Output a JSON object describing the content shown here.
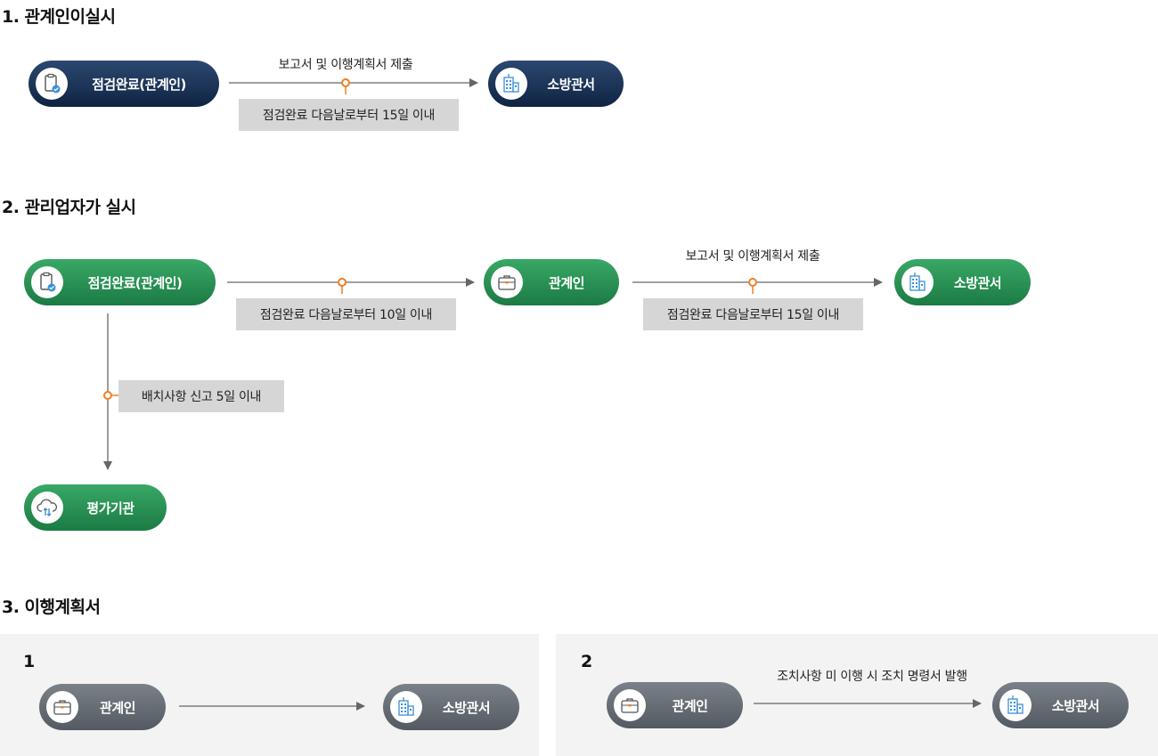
{
  "sections": [
    {
      "title": "1. 관계인이실시"
    },
    {
      "title": "2. 관리업자가 실시"
    },
    {
      "title": "3. 이행계획서"
    }
  ],
  "s1": {
    "from": "점검완료(관계인)",
    "to": "소방관서",
    "above": "보고서 및 이행계획서 제출",
    "deadline": "점검완료 다음날로부터 15일 이내"
  },
  "s2": {
    "from": "점검완료(관계인)",
    "mid": "관계인",
    "to": "소방관서",
    "eval": "평가기관",
    "deadline1": "점검완료 다음날로부터 10일 이내",
    "above2": "보고서 및 이행계획서 제출",
    "deadline2": "점검완료 다음날로부터 15일 이내",
    "vertical": "배치사항 신고 5일 이내"
  },
  "s3": {
    "case1": {
      "num": "1",
      "from": "관계인",
      "to": "소방관서"
    },
    "case2": {
      "num": "2",
      "from": "관계인",
      "to": "소방관서",
      "above": "조치사항 미 이행 시 조치 명령서 발행"
    }
  },
  "colors": {
    "navy": "#1b3356",
    "green": "#27944f",
    "gray": "#646b72",
    "connector": "#f07f22",
    "line": "#666666",
    "label_bg": "#d6d6d6"
  },
  "icons": {
    "clipboard": "clipboard-check-icon",
    "building": "building-icon",
    "briefcase": "briefcase-icon",
    "cloud": "cloud-transfer-icon"
  }
}
